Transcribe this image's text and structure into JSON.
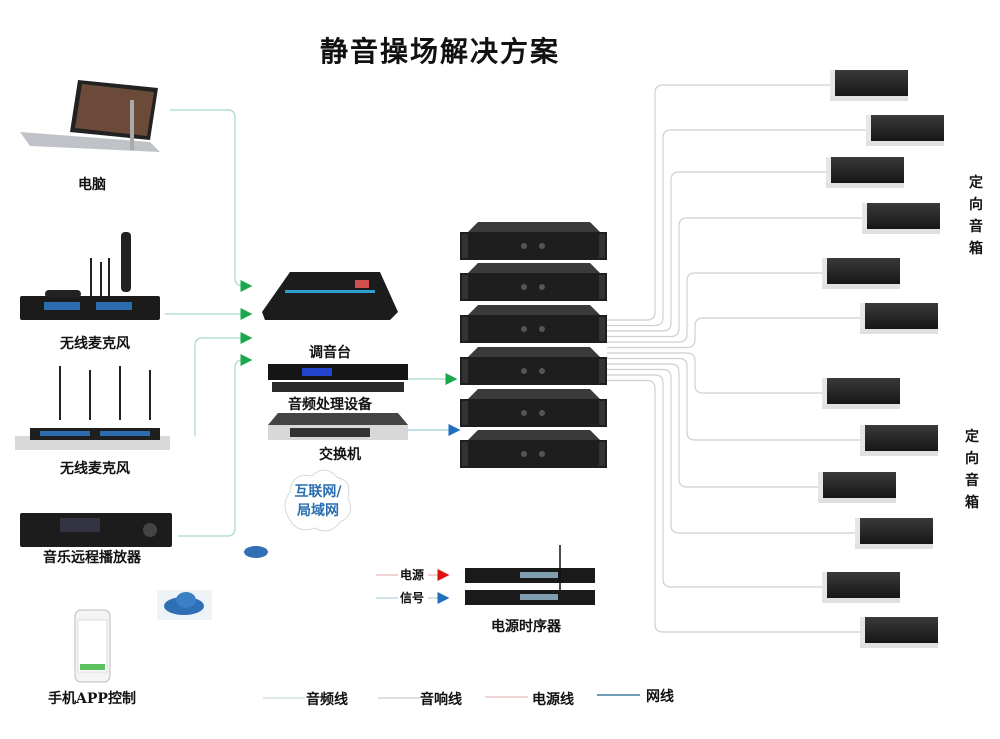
{
  "title": "静音操场解决方案",
  "devices": {
    "computer": "电脑",
    "wireless_mic_1": "无线麦克风",
    "wireless_mic_2": "无线麦克风",
    "music_player": "音乐远程播放器",
    "phone_app": "手机APP控制",
    "mixer": "调音台",
    "audio_processor": "音频处理设备",
    "switch": "交换机",
    "network": "互联网/局域网",
    "power_sequencer": "电源时序器"
  },
  "speaker_groups": [
    "定向音箱",
    "定向音箱"
  ],
  "sequencer_legend": {
    "power": "电源",
    "signal": "信号"
  },
  "legend": [
    {
      "label": "音频线",
      "color": "#cfe3dc"
    },
    {
      "label": "音响线",
      "color": "#d6d6d6"
    },
    {
      "label": "电源线",
      "color": "#e8c9c9"
    },
    {
      "label": "网线",
      "color": "#3f7f9f"
    }
  ],
  "colors": {
    "audio_arrow": "#1aa84a",
    "network_arrow": "#1f6fc0",
    "power_arrow": "#e01010"
  }
}
